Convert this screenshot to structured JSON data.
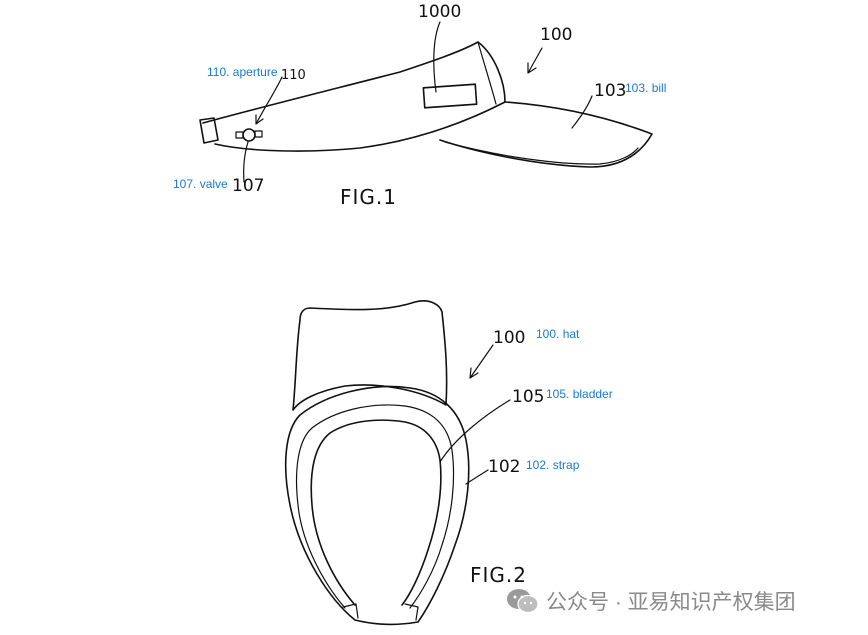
{
  "figures": {
    "fig1": {
      "caption": "FIG.1",
      "ref_1000": "1000",
      "ref_100": "100",
      "ref_110": "110",
      "ref_103": "103",
      "ref_107": "107"
    },
    "fig2": {
      "caption": "FIG.2",
      "ref_100": "100",
      "ref_105": "105",
      "ref_102": "102"
    }
  },
  "annotations": {
    "aperture": "110. aperture",
    "bill": "103. bill",
    "valve": "107. valve",
    "hat": "100. hat",
    "bladder": "105. bladder",
    "strap": "102. strap",
    "color": "#1a7ad0"
  },
  "watermark": {
    "text": "公众号 · 亚易知识产权集团"
  }
}
